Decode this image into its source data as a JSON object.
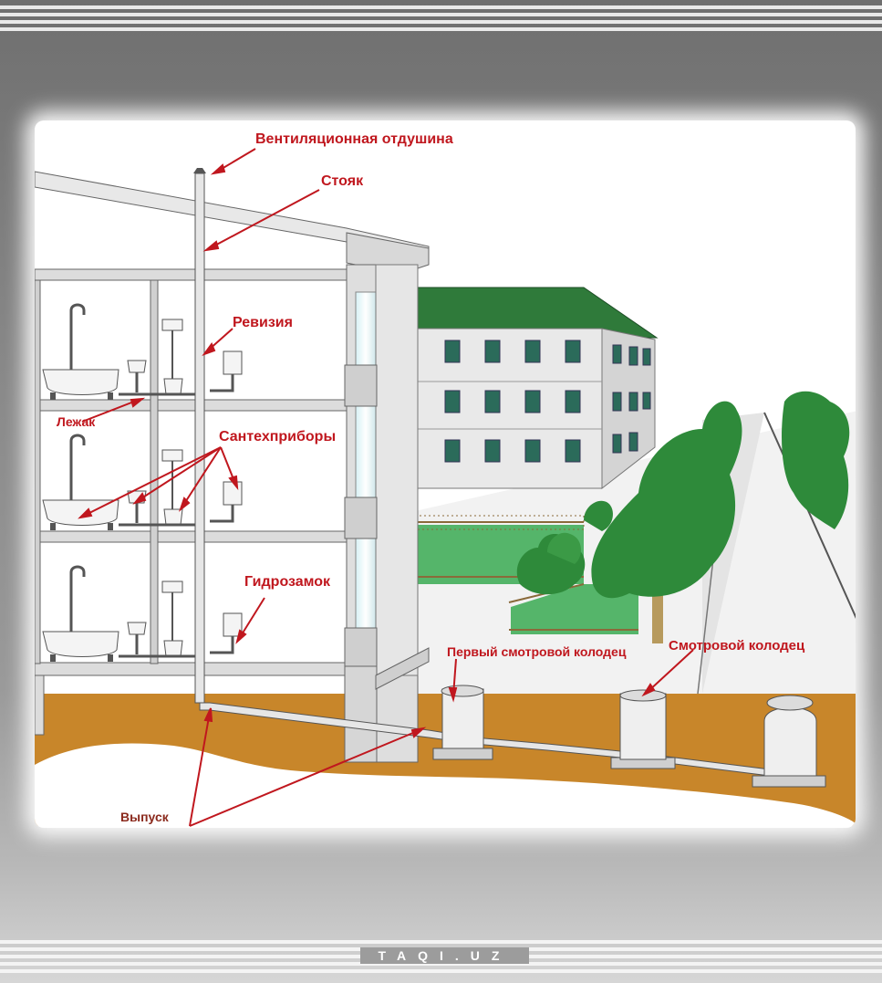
{
  "labels": {
    "vent": "Вентиляционная отдушина",
    "stoyak": "Стояк",
    "revision": "Ревизия",
    "lezhak": "Лежак",
    "fixtures": "Сантехприборы",
    "trap": "Гидрозамок",
    "first_well": "Первый смотровой колодец",
    "well": "Смотровой колодец",
    "outlet": "Выпуск"
  },
  "footer": {
    "site": "TAQI.UZ"
  },
  "colors": {
    "label": "#c0171e",
    "soil": "#c8862a",
    "roof": "#2f7a3a",
    "tree": "#2e8a3a",
    "lawn": "#55b56a",
    "pipe": "#e6e6e6"
  }
}
